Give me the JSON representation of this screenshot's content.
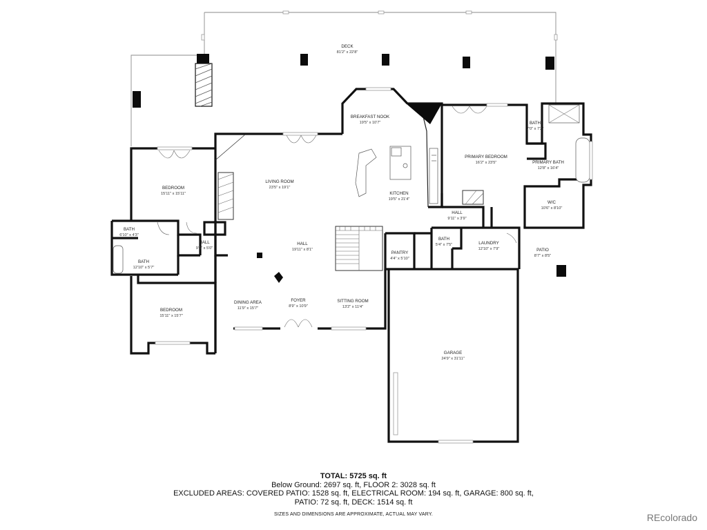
{
  "rooms": {
    "deck": {
      "name": "DECK",
      "dims": "81'2\" x 22'8\""
    },
    "breakfast_nook": {
      "name": "BREAKFAST NOOK",
      "dims": "19'5\" x 10'7\""
    },
    "primary_bedroom": {
      "name": "PRIMARY BEDROOM",
      "dims": "16'2\" x 23'5\""
    },
    "bath_upper_right": {
      "name": "BATH",
      "dims": "7'0\" x 7'2\""
    },
    "primary_bath": {
      "name": "PRIMARY BATH",
      "dims": "12'8\" x 16'4\""
    },
    "wic": {
      "name": "W/C",
      "dims": "10'6\" x 8'10\""
    },
    "bedroom_1": {
      "name": "BEDROOM",
      "dims": "15'11\" x 15'11\""
    },
    "living_room": {
      "name": "LIVING ROOM",
      "dims": "23'5\" x 19'1\""
    },
    "kitchen": {
      "name": "KITCHEN",
      "dims": "19'5\" x 21'4\""
    },
    "hall_kitchen": {
      "name": "HALL",
      "dims": "9'11\" x 3'9\""
    },
    "bath_left_small": {
      "name": "BATH",
      "dims": "6'10\" x 4'3\""
    },
    "hall_left": {
      "name": "HALL",
      "dims": "9'6\" x 5'0\""
    },
    "hall_center": {
      "name": "HALL",
      "dims": "19'11\" x 8'1\""
    },
    "bath_left": {
      "name": "BATH",
      "dims": "12'10\" x 5'7\""
    },
    "pantry": {
      "name": "PANTRY",
      "dims": "4'4\" x 5'10\""
    },
    "bath_laundry": {
      "name": "BATH",
      "dims": "5'4\" x 7'5\""
    },
    "laundry": {
      "name": "LAUNDRY",
      "dims": "12'10\" x 7'9\""
    },
    "patio": {
      "name": "PATIO",
      "dims": "8'7\" x 8'5\""
    },
    "bedroom_2": {
      "name": "BEDROOM",
      "dims": "15'11\" x 15'7\""
    },
    "dining": {
      "name": "DINING AREA",
      "dims": "11'9\" x 15'7\""
    },
    "foyer": {
      "name": "FOYER",
      "dims": "8'9\" x 10'9\""
    },
    "sitting": {
      "name": "SITTING ROOM",
      "dims": "13'2\" x 11'4\""
    },
    "garage": {
      "name": "GARAGE",
      "dims": "24'9\" x 31'11\""
    }
  },
  "summary": {
    "total": "TOTAL: 5725 sq. ft",
    "line1": "Below Ground: 2697 sq. ft, FLOOR 2: 3028 sq. ft",
    "line2": "EXCLUDED AREAS: COVERED PATIO: 1528 sq. ft, ELECTRICAL ROOM: 194 sq. ft, GARAGE: 800 sq. ft,",
    "line3": "PATIO: 72 sq. ft, DECK: 1514 sq. ft",
    "note": "SIZES AND DIMENSIONS ARE APPROXIMATE, ACTUAL MAY VARY."
  },
  "brand": "REcolorado",
  "colors": {
    "wall": "#111111",
    "deck_outline": "#8a8a8a",
    "text": "#222222",
    "brand": "#777777"
  }
}
